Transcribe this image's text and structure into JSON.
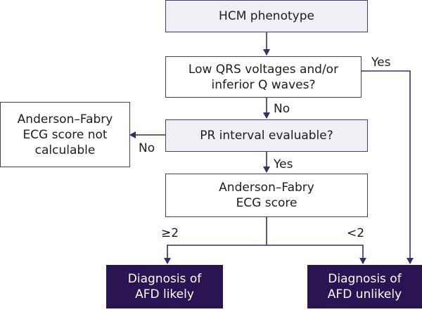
{
  "colors": {
    "arrow": "#3d2b63",
    "box_border": "#4a3c66",
    "box_fill_light": "#f1eff6",
    "outcome_fill": "#2a1454",
    "outcome_text": "#ffffff"
  },
  "nodes": {
    "hcm": {
      "text": "HCM phenotype"
    },
    "qrs": {
      "line1": "Low QRS voltages and/or",
      "line2": "inferior Q waves?"
    },
    "pr": {
      "text": "PR interval evaluable?"
    },
    "afs": {
      "line1": "Anderson–Fabry",
      "line2": "ECG score"
    },
    "notcalc": {
      "line1": "Anderson–Fabry",
      "line2": "ECG score not",
      "line3": "calculable"
    },
    "likely": {
      "line1": "Diagnosis of",
      "line2": "AFD likely"
    },
    "unlikely": {
      "line1": "Diagnosis of",
      "line2": "AFD unlikely"
    }
  },
  "edge_labels": {
    "qrs_yes": "Yes",
    "qrs_no": "No",
    "pr_no": "No",
    "pr_yes": "Yes",
    "score_ge2": "≥2",
    "score_lt2": "<2"
  }
}
